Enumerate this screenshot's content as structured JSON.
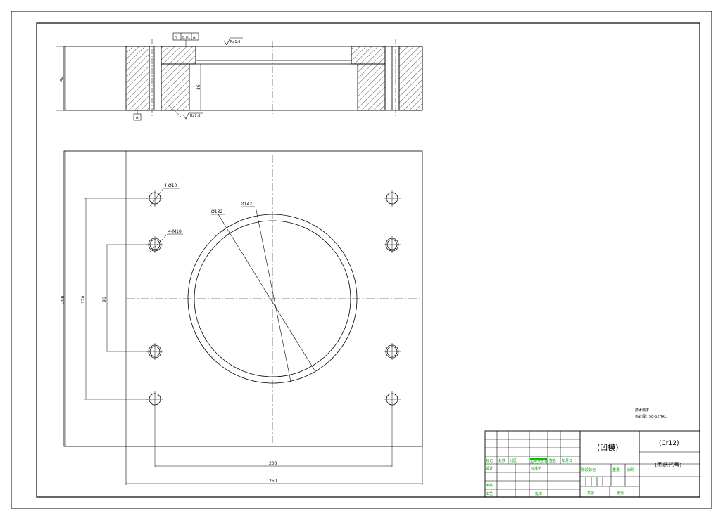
{
  "top_view": {
    "flatness": {
      "symbol": "//",
      "value": "0.01",
      "datum": "A"
    },
    "roughness_top": "Ra1.6",
    "roughness_bottom": "Ra1.6",
    "datum_label": "A",
    "dim_height": "54",
    "dim_pocket": "36"
  },
  "plan_view": {
    "hole_label_1": "4-Ø10",
    "hole_label_2": "4-M10",
    "dia_132": "Ø132",
    "dia_142": "Ø142",
    "dim_290": "290",
    "dim_170": "170",
    "dim_90": "90",
    "dim_200": "200",
    "dim_250": "250"
  },
  "notes": {
    "heading": "技术要求",
    "line1": "热处理：58-62HRC"
  },
  "title_block": {
    "part_name": "(凹模)",
    "material": "(Cr12)",
    "drawing_no": "(图纸代号)",
    "row1": [
      "标记",
      "处数",
      "分区",
      "更改文件号",
      "签名",
      "年月日"
    ],
    "row2": [
      "设计",
      "标准化",
      "阶段标记",
      "重量",
      "比例"
    ],
    "row3": [
      "审核"
    ],
    "row4": [
      "工艺",
      "批准",
      "共张",
      "第张"
    ]
  }
}
